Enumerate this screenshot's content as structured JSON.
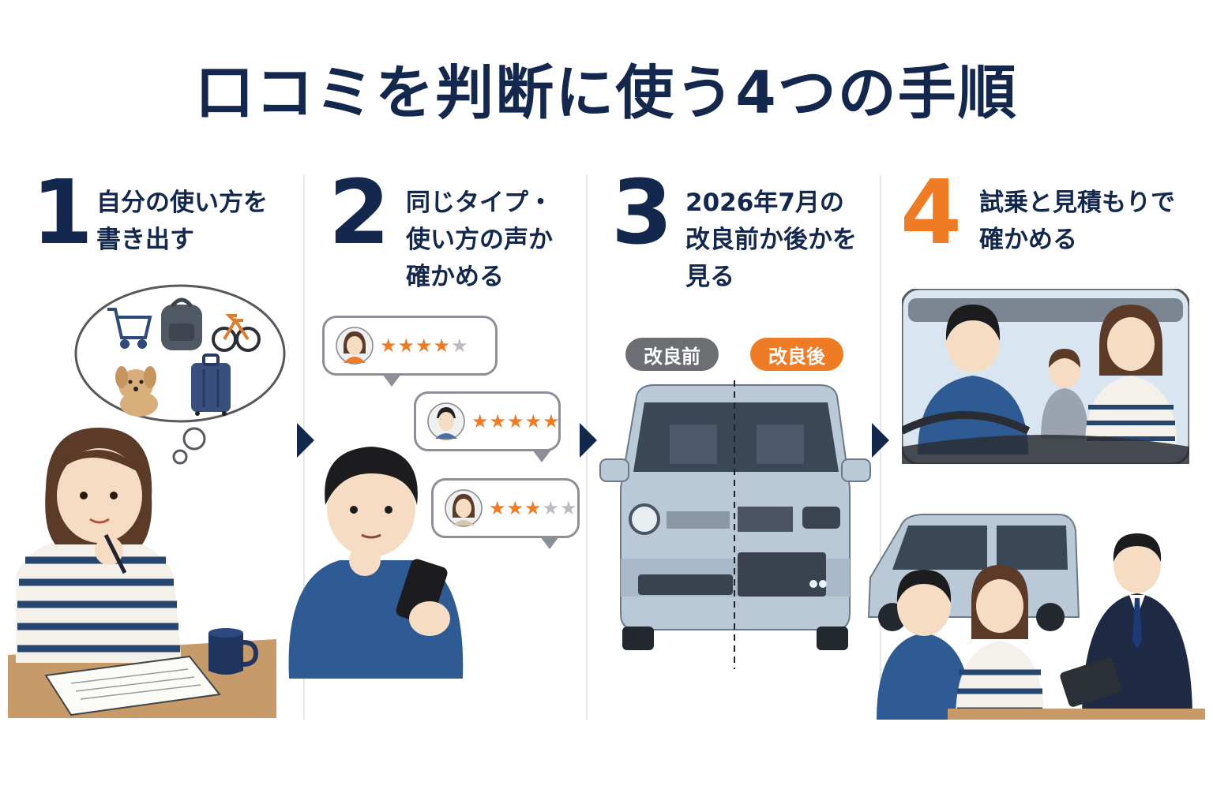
{
  "title": "口コミを判断に使う4つの手順",
  "steps": [
    {
      "number": "1",
      "lines": [
        "自分の使い方を",
        "書き出す"
      ]
    },
    {
      "number": "2",
      "lines": [
        "同じタイプ・",
        "使い方の声か",
        "確かめる"
      ]
    },
    {
      "number": "3",
      "lines": [
        "2026年7月の",
        "改良前か後かを",
        "見る"
      ]
    },
    {
      "number": "4",
      "lines": [
        "試乗と見積もりで",
        "確かめる"
      ]
    }
  ],
  "reviews": [
    {
      "rating": 4,
      "max": 5
    },
    {
      "rating": 5,
      "max": 5
    },
    {
      "rating": 3,
      "max": 5
    }
  ],
  "badges": {
    "before": "改良前",
    "after": "改良後"
  },
  "icons": [
    "shopping-cart-icon",
    "backpack-icon",
    "bicycle-icon",
    "dog-icon",
    "suitcase-icon",
    "step-arrow-icon",
    "star-icon"
  ],
  "colors": {
    "navy": "#14284e",
    "orange": "#ef7b24",
    "gray_badge": "#6b6e73",
    "car_body": "#b9c9d8"
  }
}
